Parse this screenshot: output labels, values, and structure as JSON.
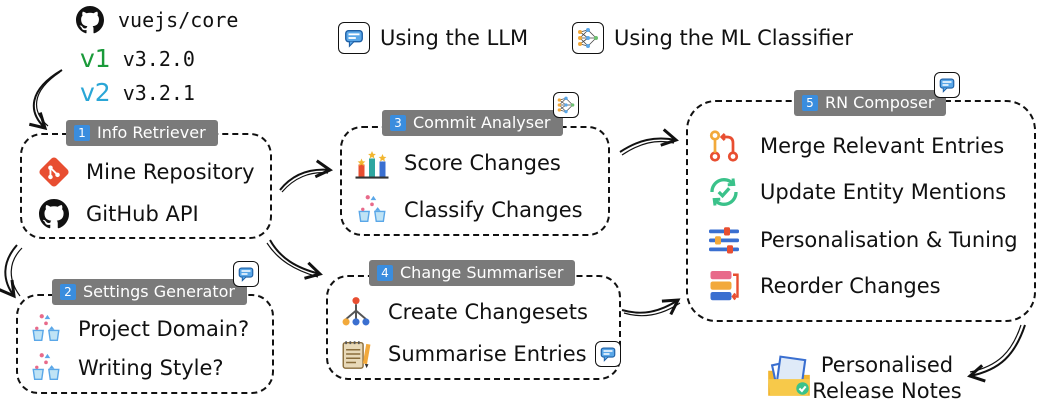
{
  "header": {
    "repo": "vuejs/core",
    "v1_label": "v1",
    "v1_value": "v3.2.0",
    "v2_label": "v2",
    "v2_value": "v3.2.1",
    "v1_color": "#1a9a3a",
    "v2_color": "#2aa6d6"
  },
  "legend": {
    "llm_label": "Using the LLM",
    "ml_label": "Using the ML Classifier",
    "llm_icon": "chat-bot-icon",
    "ml_icon": "neural-network-icon"
  },
  "stages": {
    "info_retriever": {
      "number": "1",
      "title": "Info Retriever",
      "items": [
        "Mine Repository",
        "GitHub API"
      ]
    },
    "settings_generator": {
      "number": "2",
      "title": "Settings Generator",
      "items": [
        "Project Domain?",
        "Writing Style?"
      ]
    },
    "commit_analyser": {
      "number": "3",
      "title": "Commit Analyser",
      "items": [
        "Score Changes",
        "Classify Changes"
      ]
    },
    "change_summariser": {
      "number": "4",
      "title": "Change Summariser",
      "items": [
        "Create Changesets",
        "Summarise Entries"
      ]
    },
    "rn_composer": {
      "number": "5",
      "title": "RN Composer",
      "items": [
        "Merge Relevant Entries",
        "Update Entity Mentions",
        "Personalisation & Tuning",
        "Reorder Changes"
      ]
    }
  },
  "output": {
    "line1": "Personalised",
    "line2": "Release Notes"
  },
  "colors": {
    "badge": "#7a7a7a",
    "number_box": "#3a8dde",
    "git": "#e84e31"
  }
}
